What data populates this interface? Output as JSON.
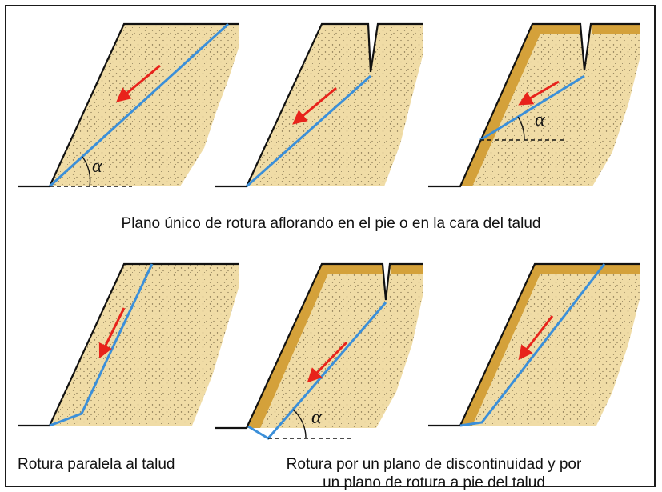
{
  "diagram": {
    "symbols": {
      "angle": "α"
    },
    "captions": {
      "top": "Plano único de rotura aflorando en el pie o en la cara del talud",
      "bottom_left": "Rotura paralela al talud",
      "bottom_right_line1": "Rotura por un plano de discontinuidad y por",
      "bottom_right_line2": "un plano de rotura a pie del talud"
    },
    "panels": [
      {
        "id": "planar-failure-at-toe",
        "weathered_layer": false,
        "tension_crack": false,
        "angle_marked": true
      },
      {
        "id": "planar-failure-with-tension-crack",
        "weathered_layer": false,
        "tension_crack": true,
        "angle_marked": false
      },
      {
        "id": "planar-failure-on-face-weathered",
        "weathered_layer": true,
        "tension_crack": true,
        "angle_marked": true
      },
      {
        "id": "failure-parallel-to-slope",
        "weathered_layer": false,
        "tension_crack": false,
        "angle_marked": false
      },
      {
        "id": "discontinuity-and-toe-failure-with-crack",
        "weathered_layer": true,
        "tension_crack": true,
        "angle_marked": true
      },
      {
        "id": "discontinuity-and-toe-failure",
        "weathered_layer": true,
        "tension_crack": false,
        "angle_marked": false
      }
    ],
    "colors": {
      "soil": "#f0dca6",
      "weathered": "#d4a13a",
      "failure_plane": "#3b8fd9",
      "arrow": "#e8231b",
      "outline": "#111111"
    }
  }
}
